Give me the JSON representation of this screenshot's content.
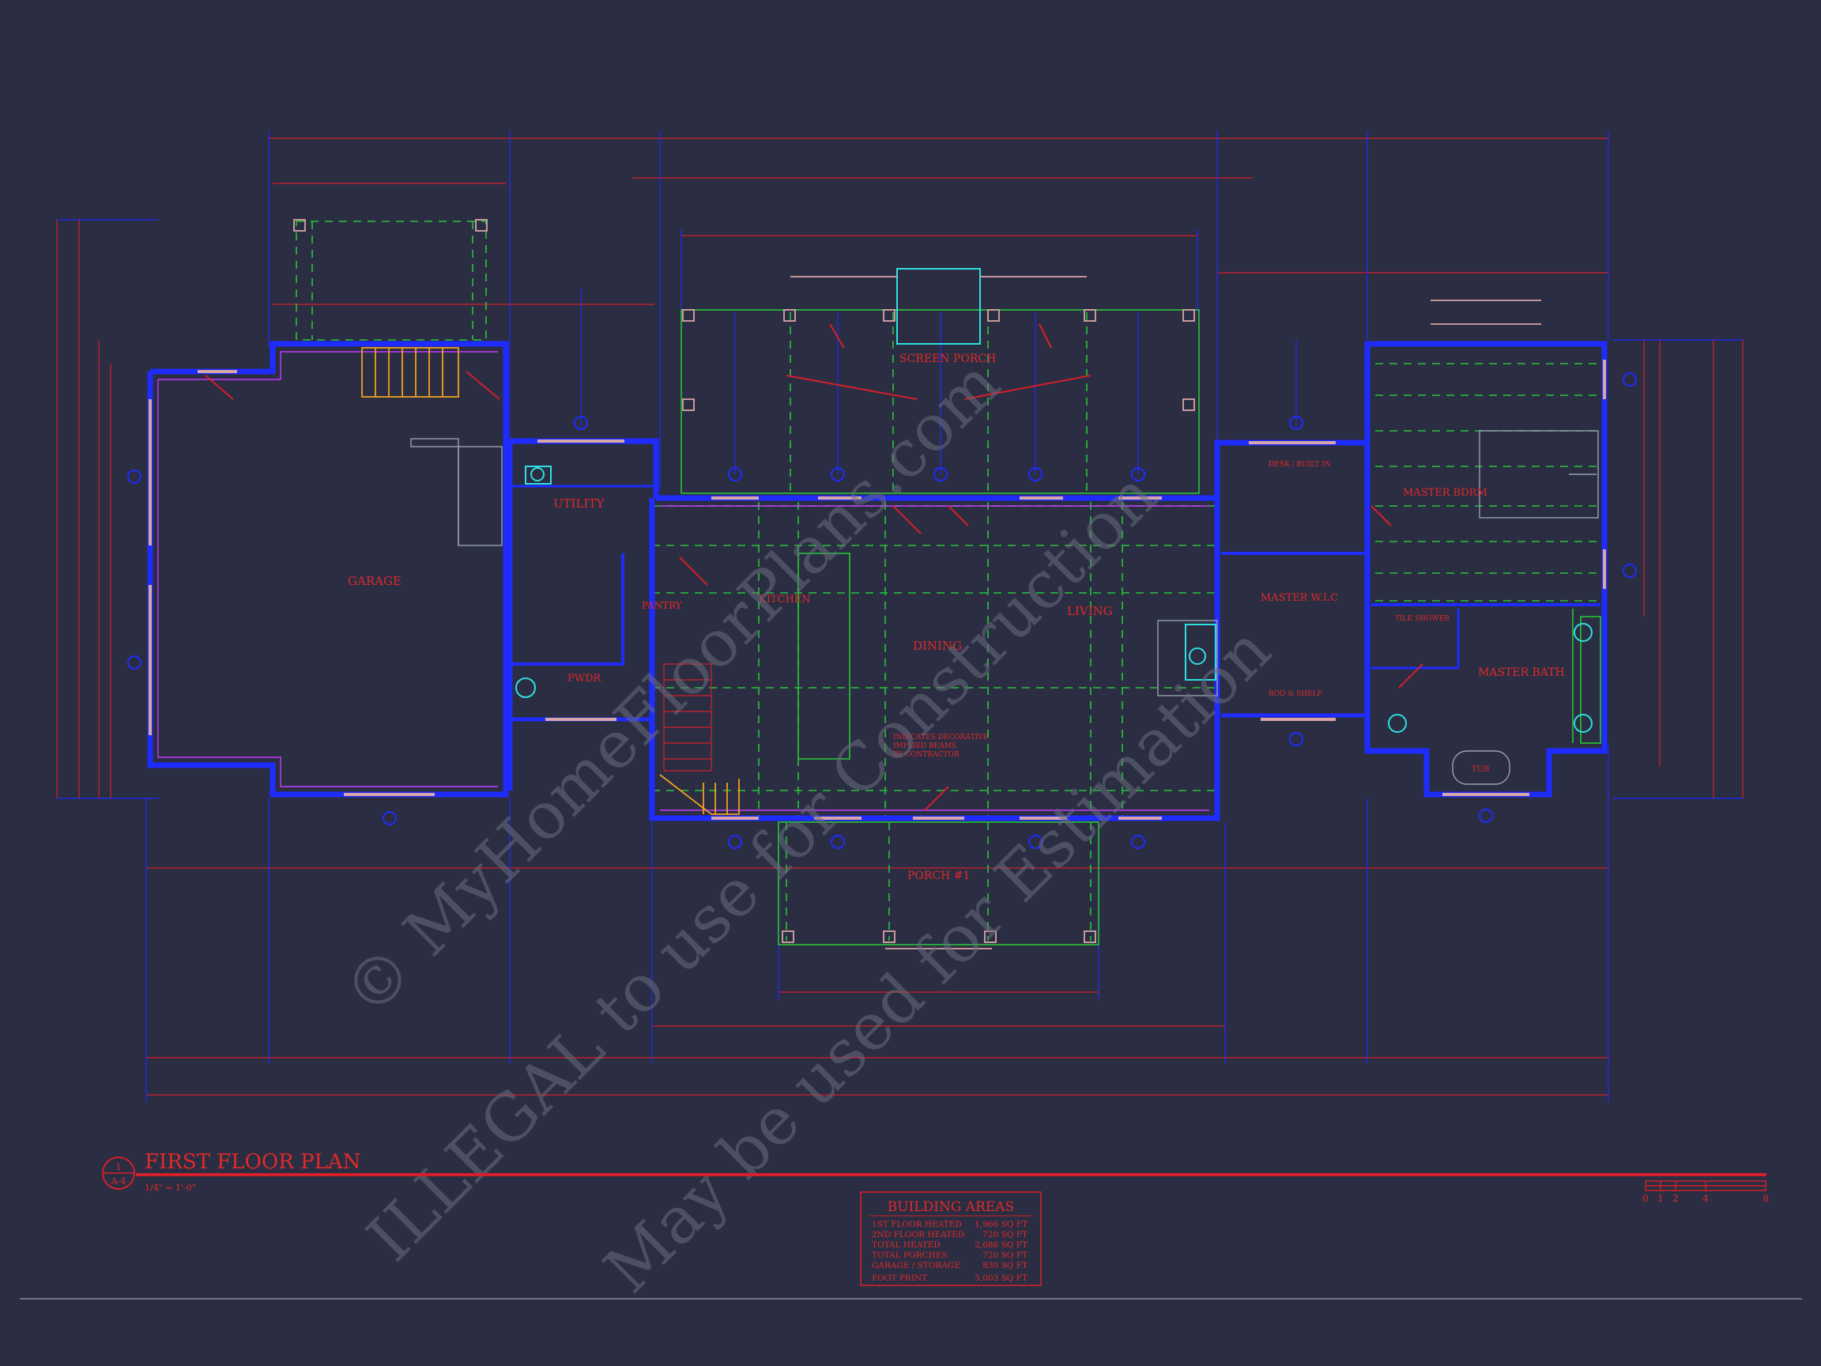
{
  "drawing": {
    "title": "FIRST FLOOR PLAN",
    "scale": "1/4\" = 1'-0\"",
    "sheet_ref_top": "1",
    "sheet_ref_bottom": "A-4"
  },
  "rooms": {
    "garage": "GARAGE",
    "utility": "UTILITY",
    "pantry": "PANTRY",
    "powder": "PWDR",
    "kitchen": "KITCHEN",
    "dining": "DINING",
    "living": "LIVING",
    "screen_porch": "SCREEN PORCH",
    "porch_1": "PORCH #1",
    "master_wic": "MASTER W.I.C",
    "master_bedroom": "MASTER BDRM",
    "master_bath": "MASTER BATH",
    "desk": "DESK / BUILT IN",
    "wood_shelf": "ROD & SHELF",
    "shower": "TILE SHOWER",
    "tub": "TUB"
  },
  "notes": {
    "decorative_beams": "INDICATES DECORATIVE",
    "decorative_beams_2": "IMPLIED BEAMS",
    "decorative_beams_3": "BY CONTRACTOR"
  },
  "building_areas": {
    "title": "BUILDING AREAS",
    "rows": [
      {
        "label": "1ST FLOOR HEATED",
        "value": "1,966 SQ FT"
      },
      {
        "label": "2ND FLOOR HEATED",
        "value": "720 SQ FT"
      },
      {
        "label": "TOTAL HEATED",
        "value": "2,686 SQ FT"
      },
      {
        "label": "TOTAL PORCHES",
        "value": "720 SQ FT"
      },
      {
        "label": "GARAGE / STORAGE",
        "value": "830 SQ FT"
      },
      {
        "label": "FOOT PRINT",
        "value": "3,003 SQ FT"
      }
    ]
  },
  "scale_bar": {
    "ticks": [
      "0",
      "1",
      "2",
      "4",
      "8"
    ]
  },
  "watermark": {
    "line1": "© MyHomeFloorPlans.com",
    "line2": "ILLEGAL to use for Construction",
    "line3": "May be used for Estimation"
  },
  "colors": {
    "background": "#2b2d42",
    "wall": "#1f2cff",
    "dimension": "#d4202a",
    "hidden": "#27c43a",
    "text": "#e02a2a",
    "watermark": "#6a6b80"
  }
}
